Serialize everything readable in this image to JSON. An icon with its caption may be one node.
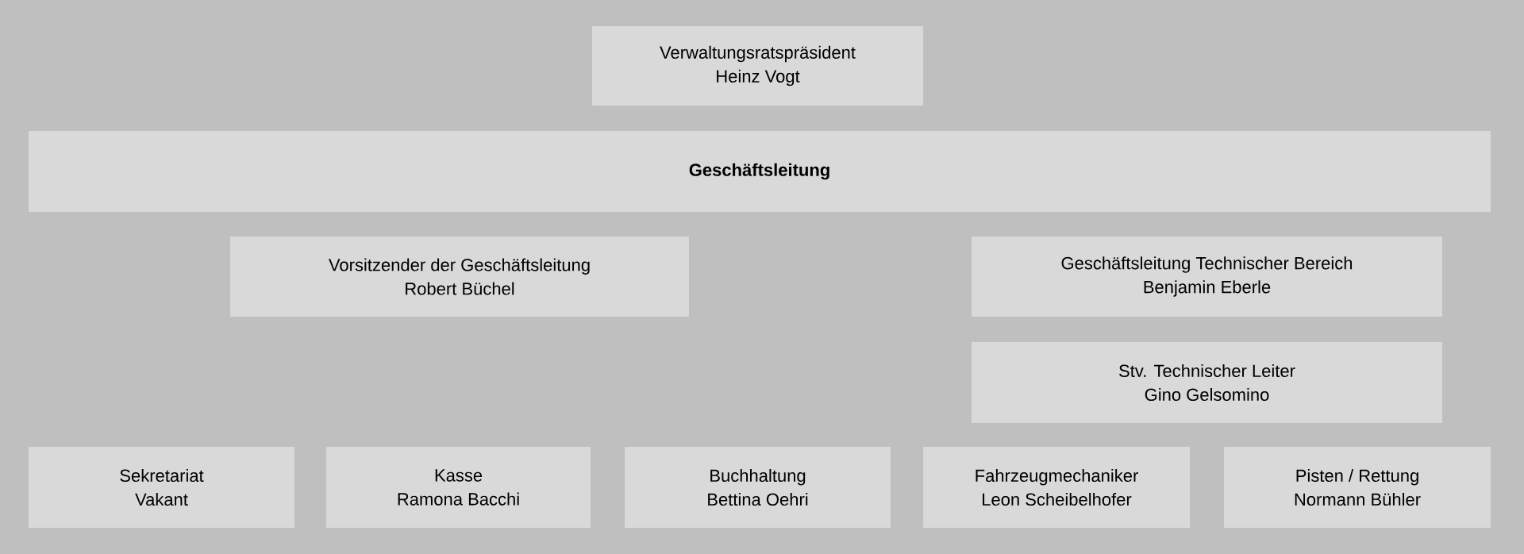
{
  "diagram": {
    "nodes": [
      {
        "text": [
          "Verwaltungsratspräsident",
          "Heinz Vogt"
        ]
      },
      {
        "text": [
          "Geschäftsleitung"
        ]
      },
      {
        "text": [
          "Vorsitzender der Geschäftsleitung",
          "Robert Büchel"
        ]
      },
      {
        "text": [
          "Geschäftsleitung Technischer Bereich",
          "Benjamin Eberle"
        ]
      },
      {
        "text": [
          "Stv. Technischer Leiter",
          "Gino Gelsomino"
        ]
      },
      {
        "text": [
          "Sekretariat",
          "Vakant"
        ]
      },
      {
        "text": [
          "Kasse",
          "Ramona Bacchi"
        ]
      },
      {
        "text": [
          "Buchhaltung",
          "Bettina Oehri"
        ]
      },
      {
        "text": [
          "Fahrzeugmechaniker",
          "Leon Scheibelhofer"
        ]
      },
      {
        "text": [
          "Pisten / Rettung",
          "Normann Bühler"
        ]
      }
    ]
  }
}
